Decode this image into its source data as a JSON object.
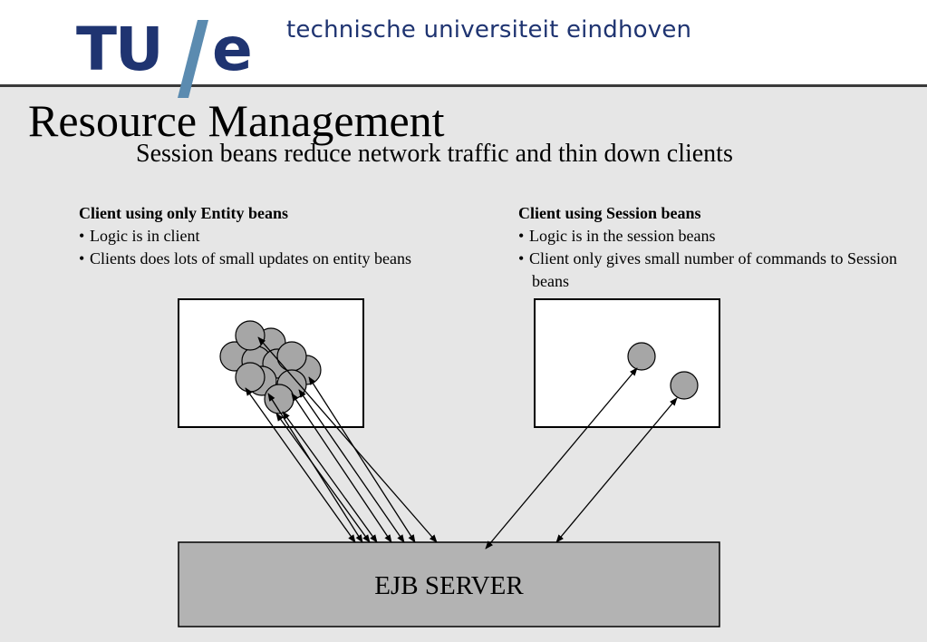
{
  "header": {
    "logo": {
      "text_tu": "TU",
      "text_e": "e",
      "slash_color": "#5b8bb0",
      "brand_color": "#1f3471"
    },
    "university_name": "technische universiteit eindhoven"
  },
  "title": "Resource Management",
  "subtitle": "Session beans reduce network traffic and thin down clients",
  "left_column": {
    "heading": "Client using only Entity beans",
    "bullets": [
      "Logic is in client",
      "Clients does lots of small updates on entity beans"
    ]
  },
  "right_column": {
    "heading": "Client using Session beans",
    "bullets": [
      "Logic is in the session beans",
      "Client only gives small number of commands to Session beans"
    ]
  },
  "diagram": {
    "server_label": "EJB SERVER",
    "colors": {
      "bean_fill": "#a6a6a6",
      "server_fill": "#b3b3b3",
      "client_fill": "#ffffff"
    }
  }
}
